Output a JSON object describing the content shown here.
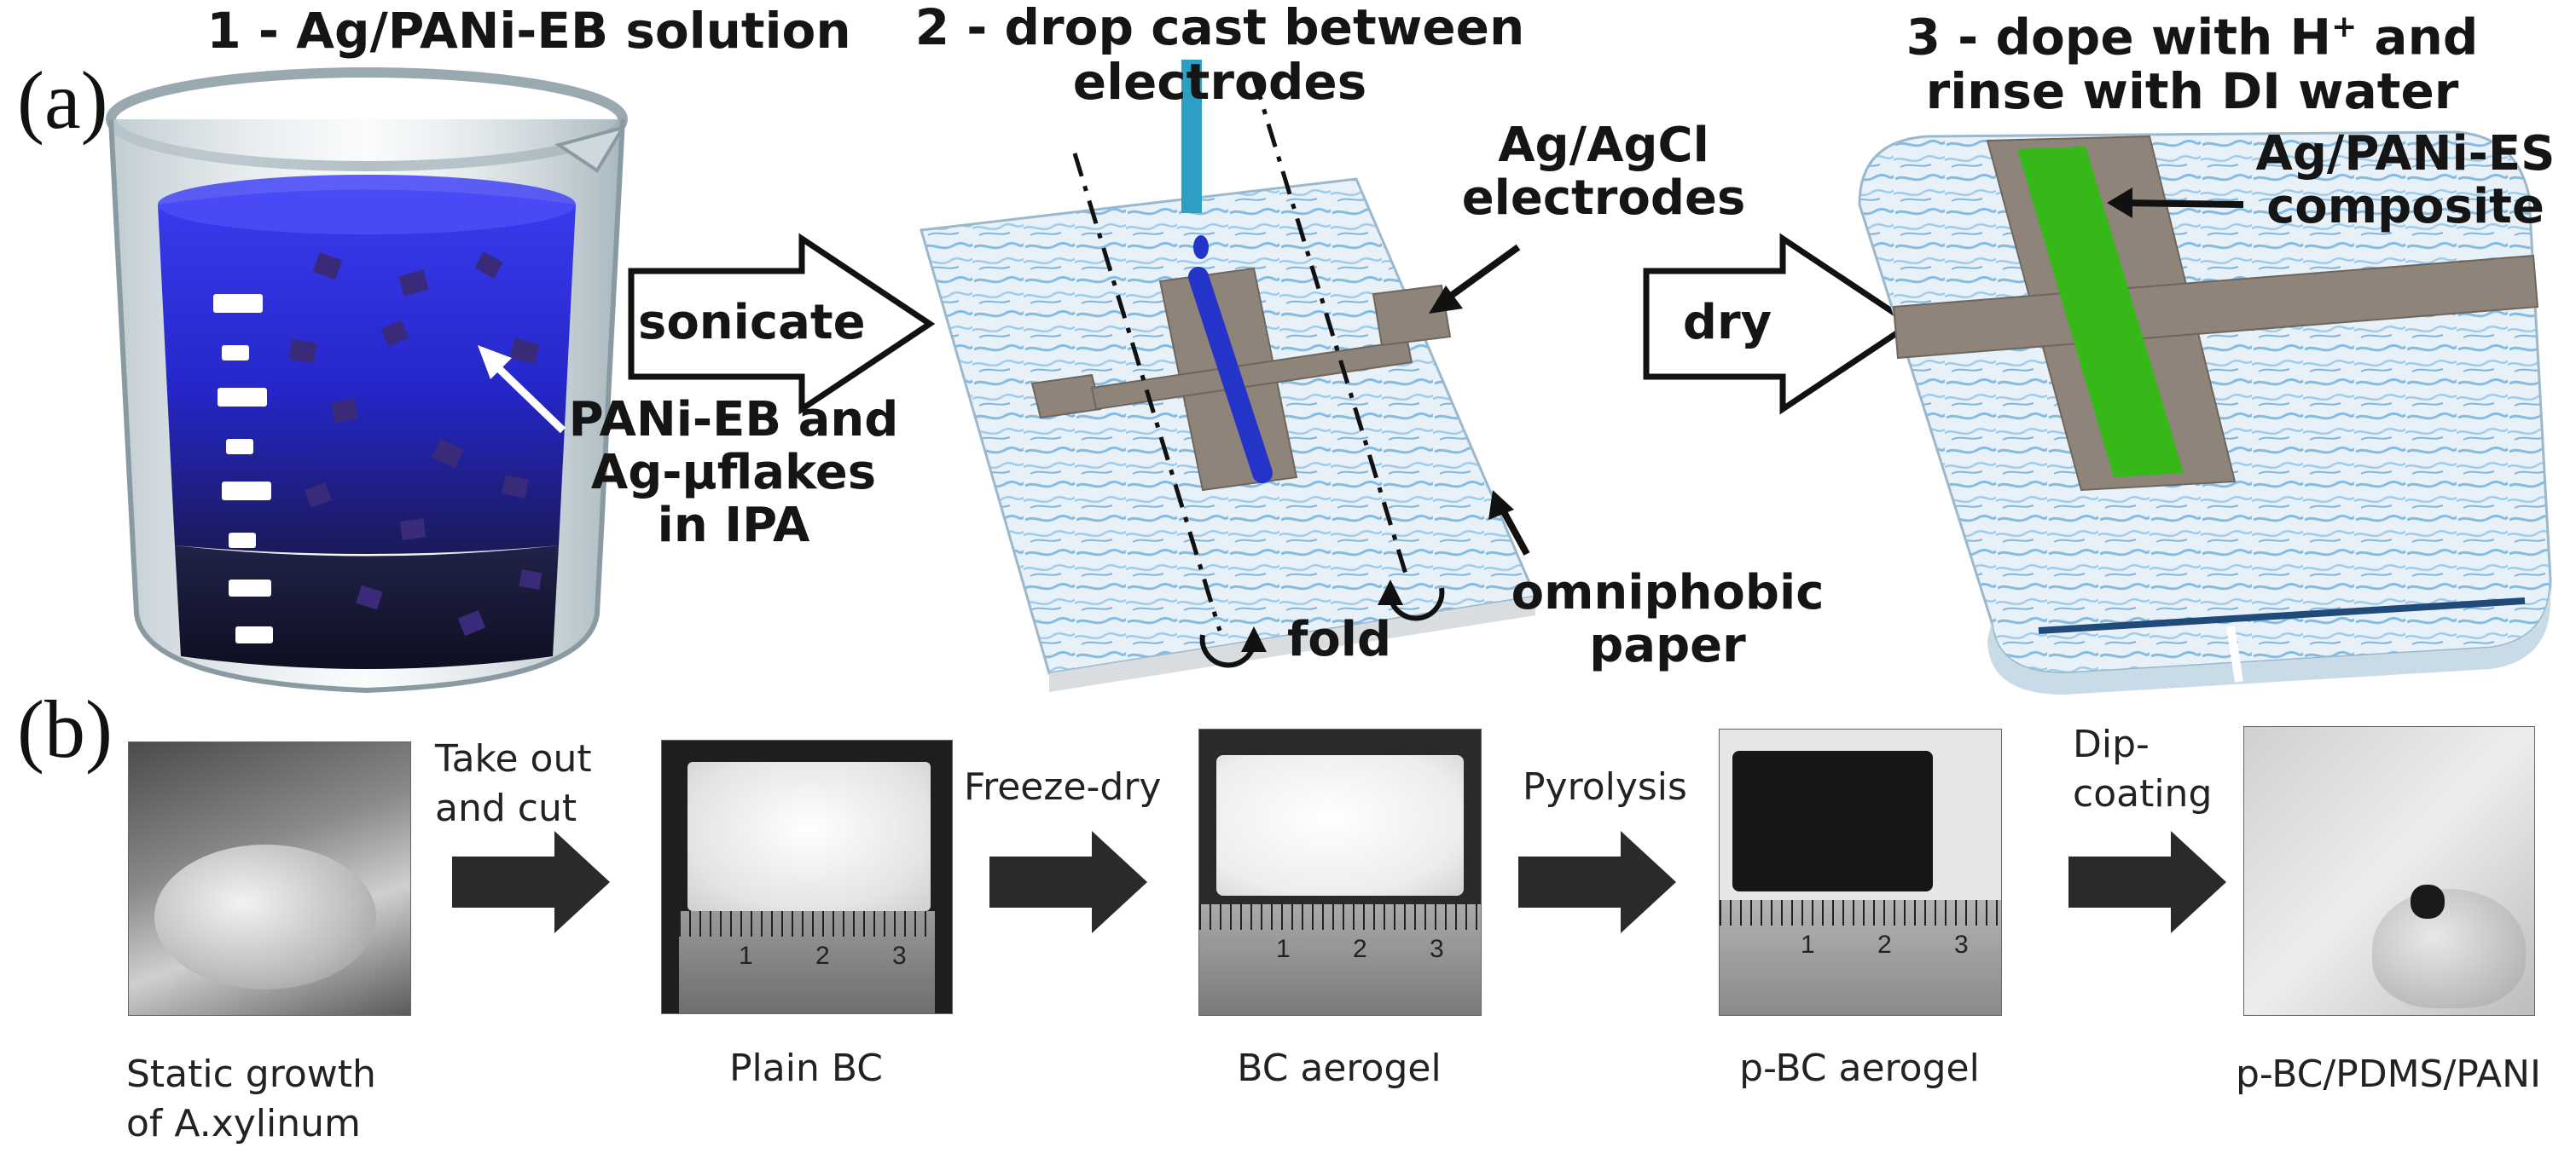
{
  "panel_a": {
    "label": "(a)",
    "steps": [
      "1 - Ag/PANi-EB solution",
      "2 - drop cast between electrodes",
      "3 - dope with H+ and rinse with DI water"
    ],
    "step1_title": "1 - Ag/PANi-EB solution",
    "step2_title_line1": "2 - drop cast between",
    "step2_title_line2": "electrodes",
    "step3_title_line1": "3 - dope with H",
    "step3_sup": "+",
    "step3_title_line1_end": " and",
    "step3_title_line2": "rinse with DI water",
    "arrow1_label": "sonicate",
    "arrow2_label": "dry",
    "callout_beaker_1": "PANi-EB and",
    "callout_beaker_2": "Ag-μflakes",
    "callout_beaker_3": "in IPA",
    "callout_electrodes_1": "Ag/AgCl",
    "callout_electrodes_2": "electrodes",
    "callout_fold": "fold",
    "callout_paper_1": "omniphobic",
    "callout_paper_2": "paper",
    "callout_composite_1": "Ag/PANi-ES",
    "callout_composite_2": "composite"
  },
  "panel_b": {
    "label": "(b)",
    "stages": [
      {
        "caption_1": "Static growth",
        "caption_2": "of A.xylinum"
      },
      {
        "caption_1": "Plain BC"
      },
      {
        "caption_1": "BC aerogel"
      },
      {
        "caption_1": "p-BC aerogel"
      },
      {
        "caption_1": "p-BC/PDMS/PANI"
      }
    ],
    "arrows": [
      {
        "label_1": "Take out",
        "label_2": "and cut"
      },
      {
        "label_1": "Freeze-dry"
      },
      {
        "label_1": "Pyrolysis"
      },
      {
        "label_1": "Dip-",
        "label_2": "coating"
      }
    ],
    "ruler_ticks": [
      "1",
      "2",
      "3"
    ]
  },
  "colors": {
    "liquid_blue": "#2d2fe6",
    "electrode_gray": "#8e8479",
    "composite_green": "#39c21a",
    "paper_blue": "#5aa6dc",
    "arrow_dark": "#2a2a2a"
  }
}
